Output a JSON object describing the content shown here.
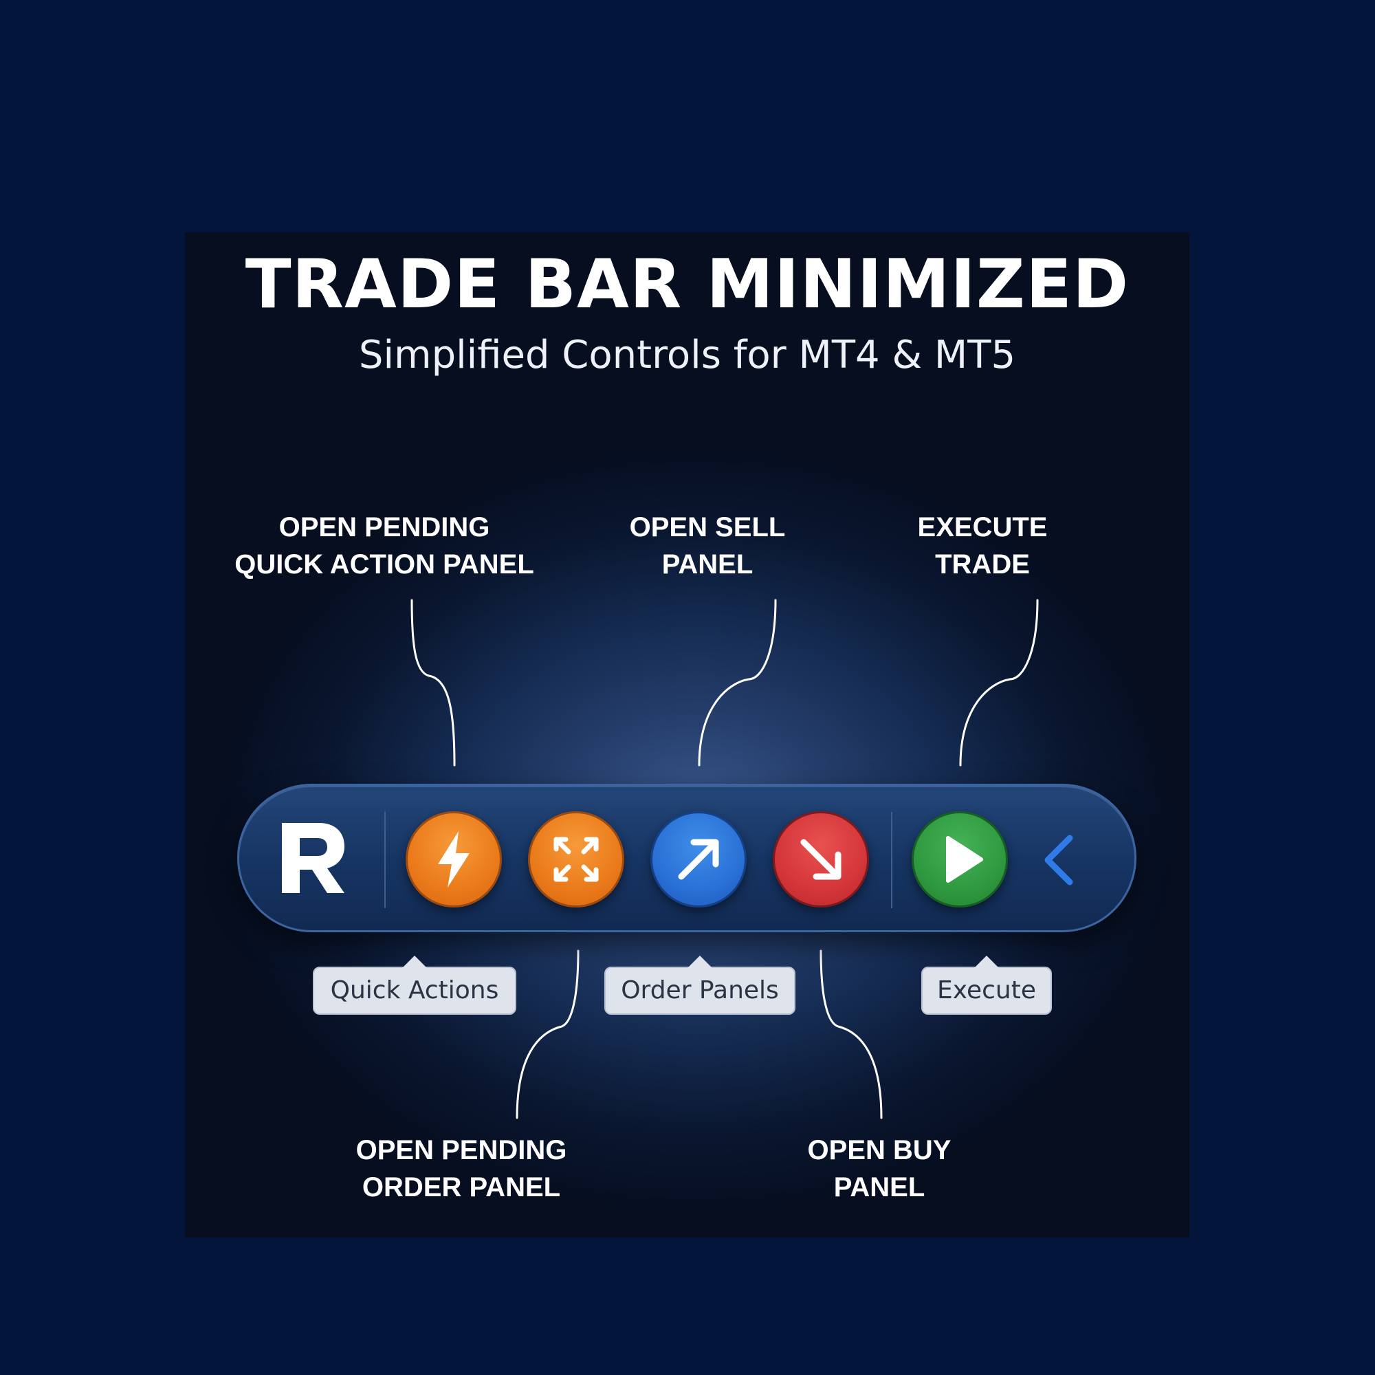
{
  "header": {
    "title": "TRADE BAR MINIMIZED",
    "subtitle": "Simplified Controls for MT4 & MT5"
  },
  "callouts": {
    "pending_quick_action": [
      "OPEN PENDING",
      "QUICK ACTION PANEL"
    ],
    "sell_panel": [
      "OPEN SELL",
      "PANEL"
    ],
    "execute_trade": [
      "EXECUTE",
      "TRADE"
    ],
    "pending_order": [
      "OPEN PENDING",
      "ORDER PANEL"
    ],
    "buy_panel": [
      "OPEN BUY",
      "PANEL"
    ]
  },
  "toolbar": {
    "logo_icon": "r-logo-icon",
    "buttons": [
      {
        "icon": "lightning-bolt-icon",
        "color": "#ea7a1a"
      },
      {
        "icon": "expand-arrows-icon",
        "color": "#ea7a1a"
      },
      {
        "icon": "arrow-up-right-icon",
        "color": "#2a70d6"
      },
      {
        "icon": "arrow-down-right-icon",
        "color": "#d4363a"
      },
      {
        "icon": "play-icon",
        "color": "#2f9940"
      }
    ],
    "collapse_icon": "chevron-left-icon",
    "collapse_color": "#2f7ce8"
  },
  "tooltips": {
    "quick_actions": "Quick Actions",
    "order_panels": "Order Panels",
    "execute": "Execute"
  },
  "colors": {
    "background": "#03153a",
    "bar": "#173564"
  }
}
